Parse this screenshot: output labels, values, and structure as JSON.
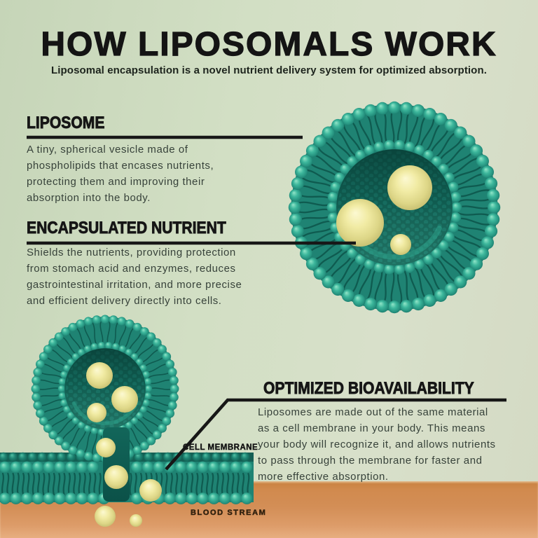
{
  "header": {
    "title": "HOW LIPOSOMALS WORK",
    "subtitle": "Liposomal encapsulation is a novel nutrient delivery system for optimized absorption."
  },
  "sections": {
    "liposome": {
      "heading": "LIPOSOME",
      "lines": [
        "A tiny, spherical vesicle made of",
        "phospholipids that encases nutrients,",
        "protecting them and improving their",
        "absorption into the body."
      ]
    },
    "encapsulated_nutrient": {
      "heading": "ENCAPSULATED NUTRIENT",
      "lines": [
        "Shields the nutrients, providing protection",
        "from stomach acid and enzymes, reduces",
        "gastrointestinal irritation, and more precise",
        "and efficient delivery directly into cells."
      ]
    },
    "optimized_bioavailability": {
      "heading": "OPTIMIZED BIOAVAILABILITY",
      "lines": [
        "Liposomes are made out of the same material",
        "as a cell membrane in your body. This means",
        "your body will recognize it, and allows nutrients",
        "to pass through the membrane for faster and",
        "more effective absorption."
      ]
    }
  },
  "labels": {
    "cell_membrane": "CELL MEMBRANE",
    "blood_stream": "BLOOD STREAM"
  },
  "colors": {
    "background_green": "#d2dfc4",
    "liposome_teal": "#2aa18d",
    "teal_dark": "#0f5b50",
    "teal_body": "#1f8373",
    "nutrient_yellow": "#e6e191",
    "bloodstream_orange": "#d38e56",
    "heading_black": "#161616",
    "body_text_green": "#37423a",
    "callout_line": "#171717"
  }
}
